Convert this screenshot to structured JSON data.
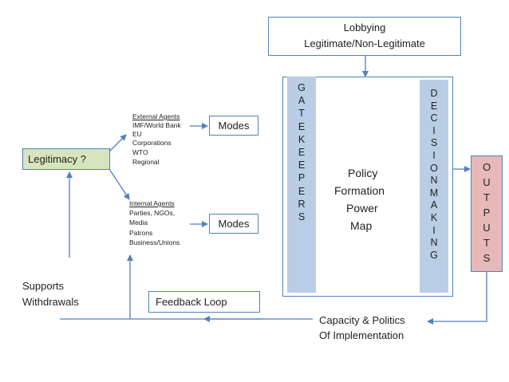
{
  "lobbying": {
    "line1": "Lobbying",
    "line2": "Legitimate/Non-Legitimate"
  },
  "legitimacy": "Legitimacy ?",
  "external_agents": {
    "title": "External Agents",
    "items": [
      "IMF/World Bank",
      "EU",
      "Corporations",
      "WTO",
      "Regional"
    ]
  },
  "internal_agents": {
    "title": "Internal Agents",
    "items": [
      "Parties, NGOs,",
      "Media",
      "Patrons",
      "Business/Unions"
    ]
  },
  "modes_top": "Modes",
  "modes_bottom": "Modes",
  "gatekeepers": [
    "G",
    "A",
    "T",
    "E",
    "K",
    "E",
    "E",
    "P",
    "E",
    "R",
    "S"
  ],
  "decision_making": [
    "D",
    "E",
    "C",
    "I",
    "S",
    "I",
    "O",
    "N",
    "M",
    "A",
    "K",
    "I",
    "N",
    "G"
  ],
  "policy": [
    "Policy",
    "Formation",
    "Power",
    "Map"
  ],
  "outputs": [
    "O",
    "U",
    "T",
    "P",
    "U",
    "T",
    "S"
  ],
  "supports": {
    "line1": "Supports",
    "line2": "Withdrawals"
  },
  "feedback_loop": "Feedback Loop",
  "capacity": {
    "line1": "Capacity & Politics",
    "line2": "Of Implementation"
  },
  "colors": {
    "legitimacy_fill": "#d7e4bd",
    "legitimacy_border": "#4f81bd",
    "column_fill": "#b9cde5",
    "outputs_fill": "#e6b9b8",
    "arrow": "#4f81bd"
  }
}
